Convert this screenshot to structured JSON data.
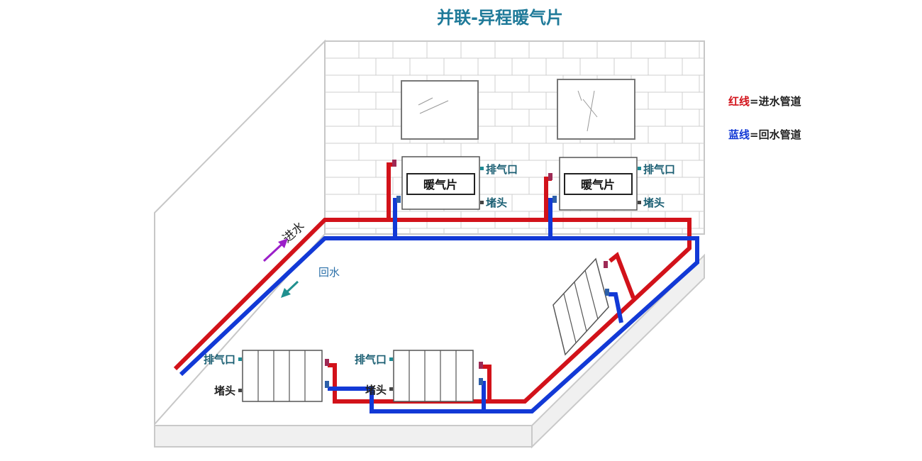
{
  "title": "并联-异程暖气片",
  "legend": {
    "red_key": "红线",
    "red_desc": "=进水管道",
    "blue_key": "蓝线",
    "blue_desc": "=回水管道"
  },
  "labels": {
    "radiator_name": "暖气片",
    "air_vent": "排气口",
    "plug": "堵头",
    "supply": "进水",
    "return": "回水"
  },
  "colors": {
    "supply_pipe": "#d2121a",
    "return_pipe": "#1239d6",
    "title": "#1f7a99",
    "label": "#1b5f73",
    "flow_arrow_in": "#9b1fc9",
    "flow_arrow_out": "#20908f",
    "valve_red": "#9e2a55",
    "valve_blue": "#2d5fa8"
  },
  "icons": {
    "supply_arrow": "purple-up-right-arrow-icon",
    "return_arrow": "teal-down-left-arrow-icon"
  }
}
